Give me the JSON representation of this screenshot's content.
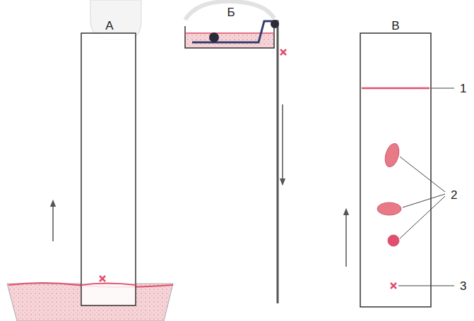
{
  "diagram": {
    "labels": [
      "А",
      "Б",
      "В",
      "1",
      "2",
      "3"
    ]
  }
}
